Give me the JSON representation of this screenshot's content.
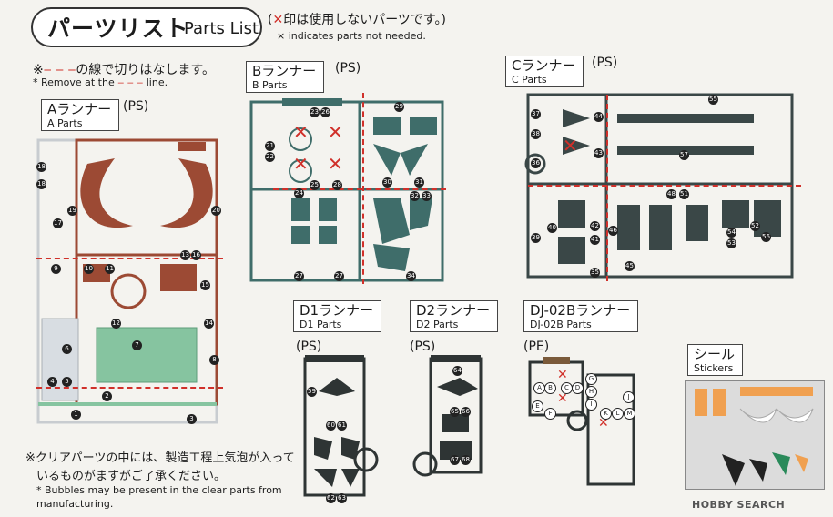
{
  "header": {
    "title_jp": "パーツリスト",
    "title_en": "Parts List",
    "unused_note_jp": "印は使用しないパーツです。",
    "unused_mark": "✕",
    "unused_note_en": "× indicates parts not needed."
  },
  "cut_note": {
    "prefix": "※",
    "dashes": "‒ ‒ ‒",
    "text_jp": "の線で切りはなします。",
    "text_en_prefix": "* Remove at the",
    "text_en_dashes": "‒ ‒ ‒",
    "text_en_suffix": "line."
  },
  "runners": {
    "A": {
      "jp": "Aランナー",
      "en": "A Parts",
      "material": "(PS)"
    },
    "B": {
      "jp": "Bランナー",
      "en": "B Parts",
      "material": "(PS)"
    },
    "C": {
      "jp": "Cランナー",
      "en": "C Parts",
      "material": "(PS)"
    },
    "D1": {
      "jp": "D1ランナー",
      "en": "D1 Parts",
      "material": "(PS)"
    },
    "D2": {
      "jp": "D2ランナー",
      "en": "D2 Parts",
      "material": "(PS)"
    },
    "DJ": {
      "jp": "DJ-02Bランナー",
      "en": "DJ-02B Parts",
      "material": "(PE)"
    },
    "seal": {
      "jp": "シール",
      "en": "Stickers"
    }
  },
  "part_numbers": {
    "A": [
      "18",
      "18",
      "17",
      "19",
      "20",
      "9",
      "10",
      "11",
      "13",
      "16",
      "15",
      "12",
      "14",
      "7",
      "6",
      "8",
      "4",
      "5",
      "2",
      "1",
      "3"
    ],
    "B": [
      "21",
      "22",
      "23",
      "26",
      "28",
      "25",
      "24",
      "27",
      "27",
      "29",
      "30",
      "31",
      "32",
      "33",
      "34"
    ],
    "C": [
      "37",
      "38",
      "39",
      "44",
      "43",
      "36",
      "40",
      "41",
      "42",
      "35",
      "55",
      "57",
      "51",
      "48",
      "46",
      "45",
      "54",
      "53",
      "52",
      "56"
    ],
    "D1": [
      "59",
      "60",
      "61",
      "62",
      "63"
    ],
    "D2": [
      "64",
      "65",
      "66",
      "67",
      "68"
    ],
    "DJ": [
      "A",
      "B",
      "C",
      "D",
      "E",
      "F",
      "G",
      "H",
      "I",
      "J",
      "K",
      "L",
      "M"
    ]
  },
  "bubbles_note": {
    "jp_line1": "※クリアパーツの中には、製造工程上気泡が入って",
    "jp_line2": "いるものがますがご了承ください。",
    "en_line1": "* Bubbles may be present in the clear parts from",
    "en_line2": "manufacturing."
  },
  "watermark": "HOBBY SEARCH",
  "colors": {
    "A_runner": "#9c4a34",
    "A_clear": "#d8dde2",
    "A_green": "#86c4a0",
    "B_runner": "#3f6d6a",
    "C_runner": "#3a4747",
    "D_runner": "#2e3434",
    "DJ_runner": "#2e3434",
    "cut_line": "#d0302a"
  }
}
